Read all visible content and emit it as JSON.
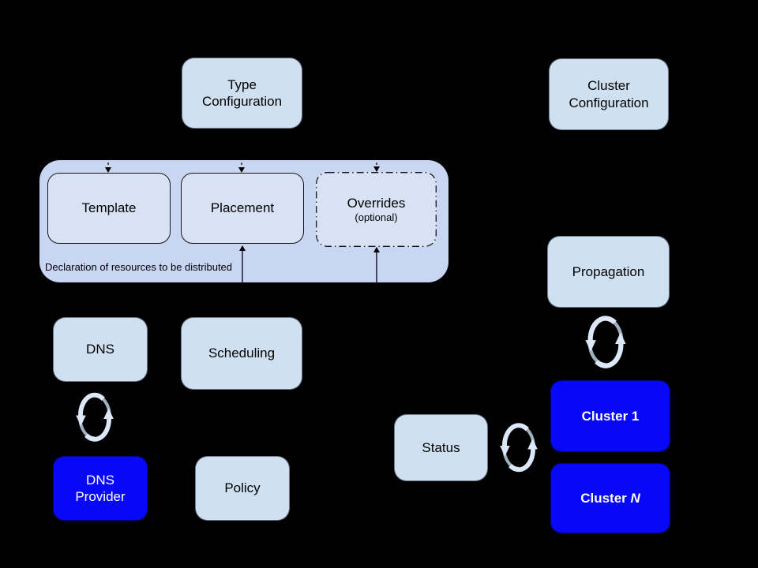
{
  "colors": {
    "background": "#000000",
    "box_fill": "#cfe0f1",
    "container_fill": "#c9d6f3",
    "inner_box_fill": "#d7e3f4",
    "accent_blue": "#0707fa",
    "text_dark": "#000000",
    "text_light": "#ffffff",
    "sync_pale": "#dce8f7",
    "sync_gray": "#9fafbc"
  },
  "nodes": {
    "type_configuration": {
      "label": "Type\nConfiguration"
    },
    "cluster_configuration": {
      "label": "Cluster\nConfiguration"
    },
    "template": {
      "label": "Template"
    },
    "placement": {
      "label": "Placement"
    },
    "overrides": {
      "label": "Overrides",
      "sublabel": "(optional)"
    },
    "propagation": {
      "label": "Propagation"
    },
    "dns": {
      "label": "DNS"
    },
    "scheduling": {
      "label": "Scheduling"
    },
    "dns_provider": {
      "label": "DNS\nProvider"
    },
    "policy": {
      "label": "Policy"
    },
    "status": {
      "label": "Status"
    },
    "cluster_1": {
      "label": "Cluster 1"
    },
    "cluster_n": {
      "prefix": "Cluster",
      "suffix": "N"
    }
  },
  "container": {
    "caption": "Declaration of resources to be distributed"
  },
  "icons": {
    "sync": "sync-arrows-icon"
  }
}
